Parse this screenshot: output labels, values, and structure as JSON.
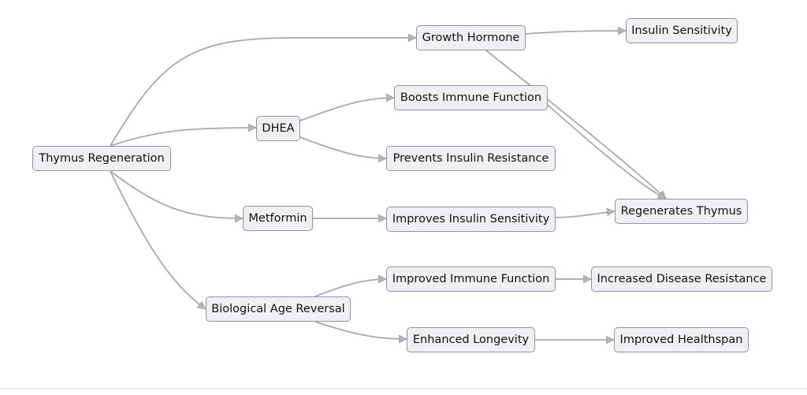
{
  "nodes": {
    "thymus_regeneration": "Thymus Regeneration",
    "growth_hormone": "Growth Hormone",
    "insulin_sensitivity": "Insulin Sensitivity",
    "dhea": "DHEA",
    "boosts_immune_function": "Boosts Immune Function",
    "prevents_insulin_resistance": "Prevents Insulin Resistance",
    "metformin": "Metformin",
    "improves_insulin_sensitivity": "Improves Insulin Sensitivity",
    "regenerates_thymus": "Regenerates Thymus",
    "biological_age_reversal": "Biological Age Reversal",
    "improved_immune_function": "Improved Immune Function",
    "increased_disease_resistance": "Increased Disease Resistance",
    "enhanced_longevity": "Enhanced Longevity",
    "improved_healthspan": "Improved Healthspan"
  },
  "edges": [
    {
      "from": "thymus_regeneration",
      "to": "growth_hormone"
    },
    {
      "from": "thymus_regeneration",
      "to": "dhea"
    },
    {
      "from": "thymus_regeneration",
      "to": "metformin"
    },
    {
      "from": "thymus_regeneration",
      "to": "biological_age_reversal"
    },
    {
      "from": "growth_hormone",
      "to": "insulin_sensitivity"
    },
    {
      "from": "growth_hormone",
      "to": "regenerates_thymus"
    },
    {
      "from": "dhea",
      "to": "boosts_immune_function"
    },
    {
      "from": "dhea",
      "to": "prevents_insulin_resistance"
    },
    {
      "from": "metformin",
      "to": "improves_insulin_sensitivity"
    },
    {
      "from": "improves_insulin_sensitivity",
      "to": "regenerates_thymus"
    },
    {
      "from": "boosts_immune_function",
      "to": "regenerates_thymus"
    },
    {
      "from": "biological_age_reversal",
      "to": "improved_immune_function"
    },
    {
      "from": "biological_age_reversal",
      "to": "enhanced_longevity"
    },
    {
      "from": "improved_immune_function",
      "to": "increased_disease_resistance"
    },
    {
      "from": "enhanced_longevity",
      "to": "improved_healthspan"
    }
  ],
  "colors": {
    "node_fill": "#f0f0f2",
    "node_border": "#8b95b0",
    "edge": "#a9a9a9",
    "text": "#111111"
  }
}
